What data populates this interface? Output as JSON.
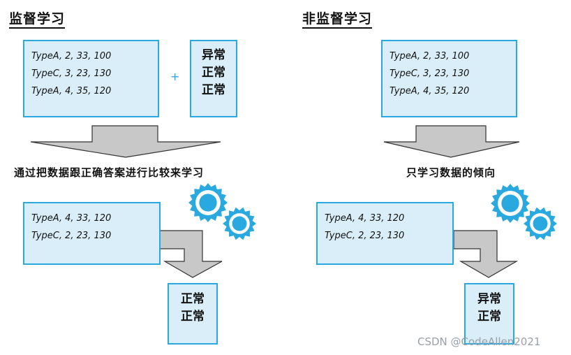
{
  "supervised": {
    "title": "监督学习",
    "training_rows": [
      "TypeA, 2, 33, 100",
      "TypeC, 3, 23, 130",
      "TypeA, 4, 35, 120"
    ],
    "plus_sign": "+",
    "training_labels": [
      "异常",
      "正常",
      "正常"
    ],
    "caption": "通过把数据跟正确答案进行比较来学习",
    "test_rows": [
      "TypeA, 4, 33, 120",
      "TypeC, 2, 23, 130"
    ],
    "predicted_labels": [
      "正常",
      "正常"
    ]
  },
  "unsupervised": {
    "title": "非监督学习",
    "training_rows": [
      "TypeA, 2, 33, 100",
      "TypeC, 3, 23, 130",
      "TypeA, 4, 35, 120"
    ],
    "caption": "只学习数据的倾向",
    "test_rows": [
      "TypeA, 4, 33, 120",
      "TypeC, 2, 23, 130"
    ],
    "predicted_labels": [
      "异常",
      "正常"
    ]
  },
  "watermark": "CSDN @CodeAllen2021",
  "colors": {
    "box_fill": "#d9eef8",
    "box_border": "#29a9e0",
    "arrow_fill": "#c8c8c8",
    "arrow_stroke": "#333333",
    "gear_color": "#29a9e0"
  }
}
